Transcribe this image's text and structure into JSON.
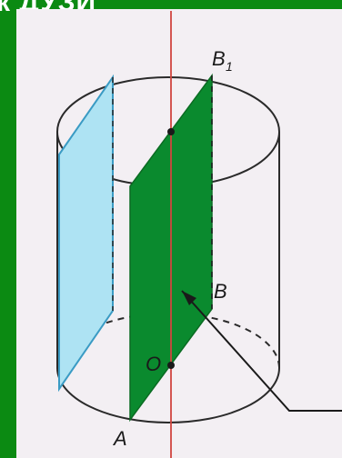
{
  "header": {
    "cut_text": "к ДУЗИ"
  },
  "labels": {
    "b1_main": "B",
    "b1_sub": "1",
    "b": "B",
    "o": "O",
    "a": "A"
  },
  "colors": {
    "background": "#0b8a12",
    "panel": "#f3eff3",
    "axis": "#d0453f",
    "green_section": "#0a8a2e",
    "blue_section": "#aee3f3",
    "outline": "#2a2a2a"
  }
}
